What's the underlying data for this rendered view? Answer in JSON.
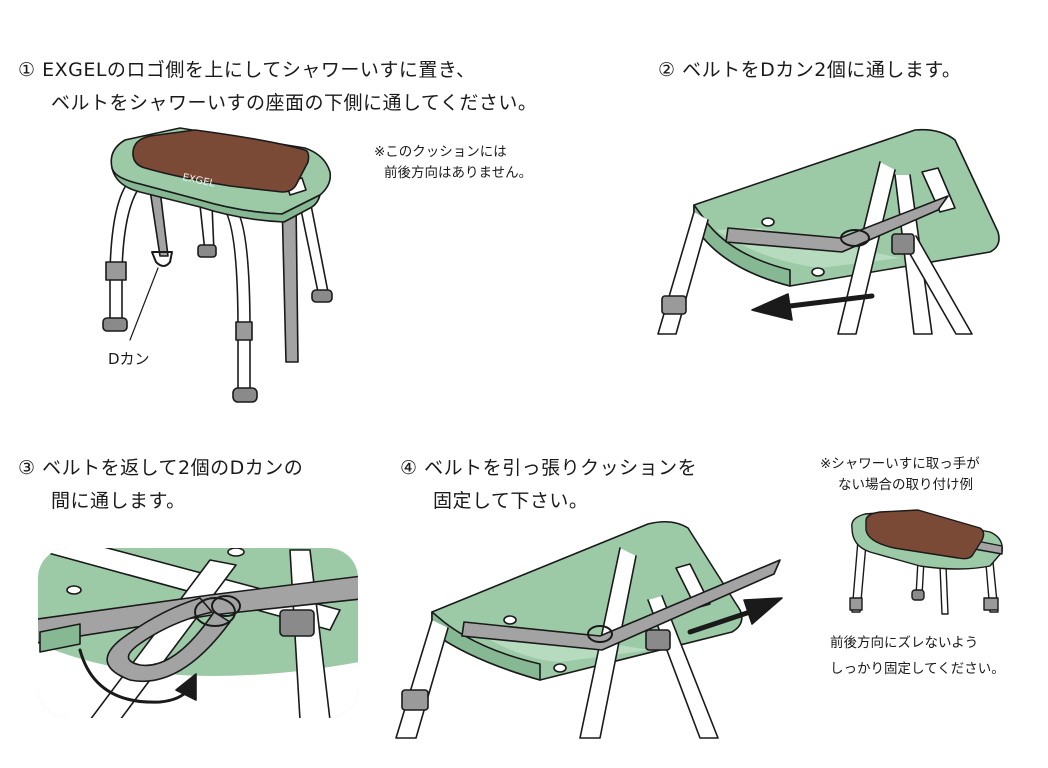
{
  "steps": [
    {
      "number": "①",
      "line1": "EXGELのロゴ側を上にしてシャワーいすに置き、",
      "line2": "ベルトをシャワーいすの座面の下側に通してください。"
    },
    {
      "number": "②",
      "line1": "ベルトをDカン2個に通します。"
    },
    {
      "number": "③",
      "line1": "ベルトを返して2個のDカンの",
      "line2": "間に通します。"
    },
    {
      "number": "④",
      "line1": "ベルトを引っ張りクッションを",
      "line2": "固定して下さい。"
    }
  ],
  "notes": {
    "cushion_direction": [
      "※このクッションには",
      "前後方向はありません。"
    ],
    "no_handle": [
      "※シャワーいすに取っ手が",
      "ない場合の取り付け例"
    ],
    "secure": [
      "前後方向にズレないよう",
      "しっかり固定してください。"
    ]
  },
  "labels": {
    "d_ring": "Dカン",
    "logo": "EXGEL"
  },
  "colors": {
    "seat_green": "#9ccaa6",
    "cushion_brown": "#7b4a36",
    "belt_gray": "#a3a3a3",
    "leg_cap_gray": "#8a8a8a",
    "outline": "#1a1a1a"
  }
}
